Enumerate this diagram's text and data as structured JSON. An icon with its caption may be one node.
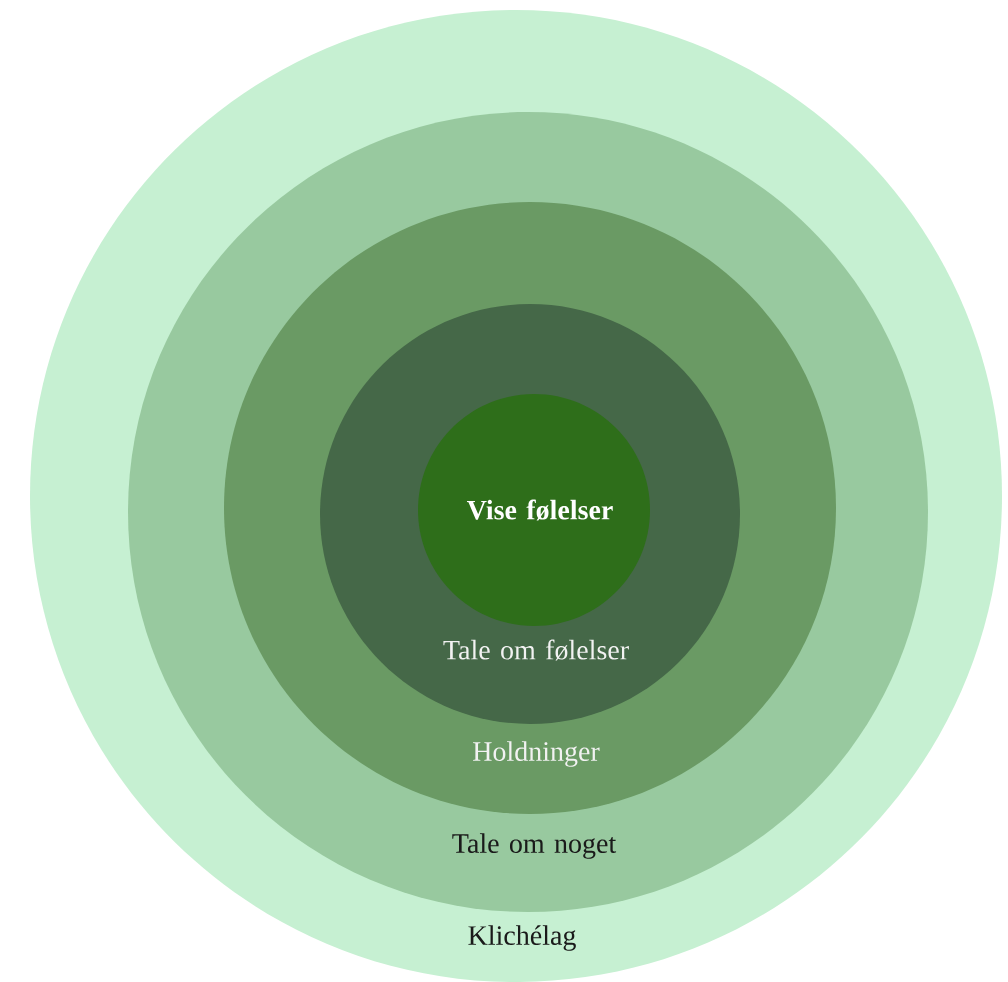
{
  "diagram": {
    "nodes": [
      {
        "text": [
          "Klichélag"
        ]
      },
      {
        "text": [
          "Tale om noget"
        ],
        "in": 0
      },
      {
        "text": [
          "Holdninger"
        ],
        "in": 1
      },
      {
        "text": [
          "Tale om følelser"
        ],
        "in": 2
      },
      {
        "text": [
          "Vise følelser"
        ],
        "in": 3
      }
    ]
  }
}
